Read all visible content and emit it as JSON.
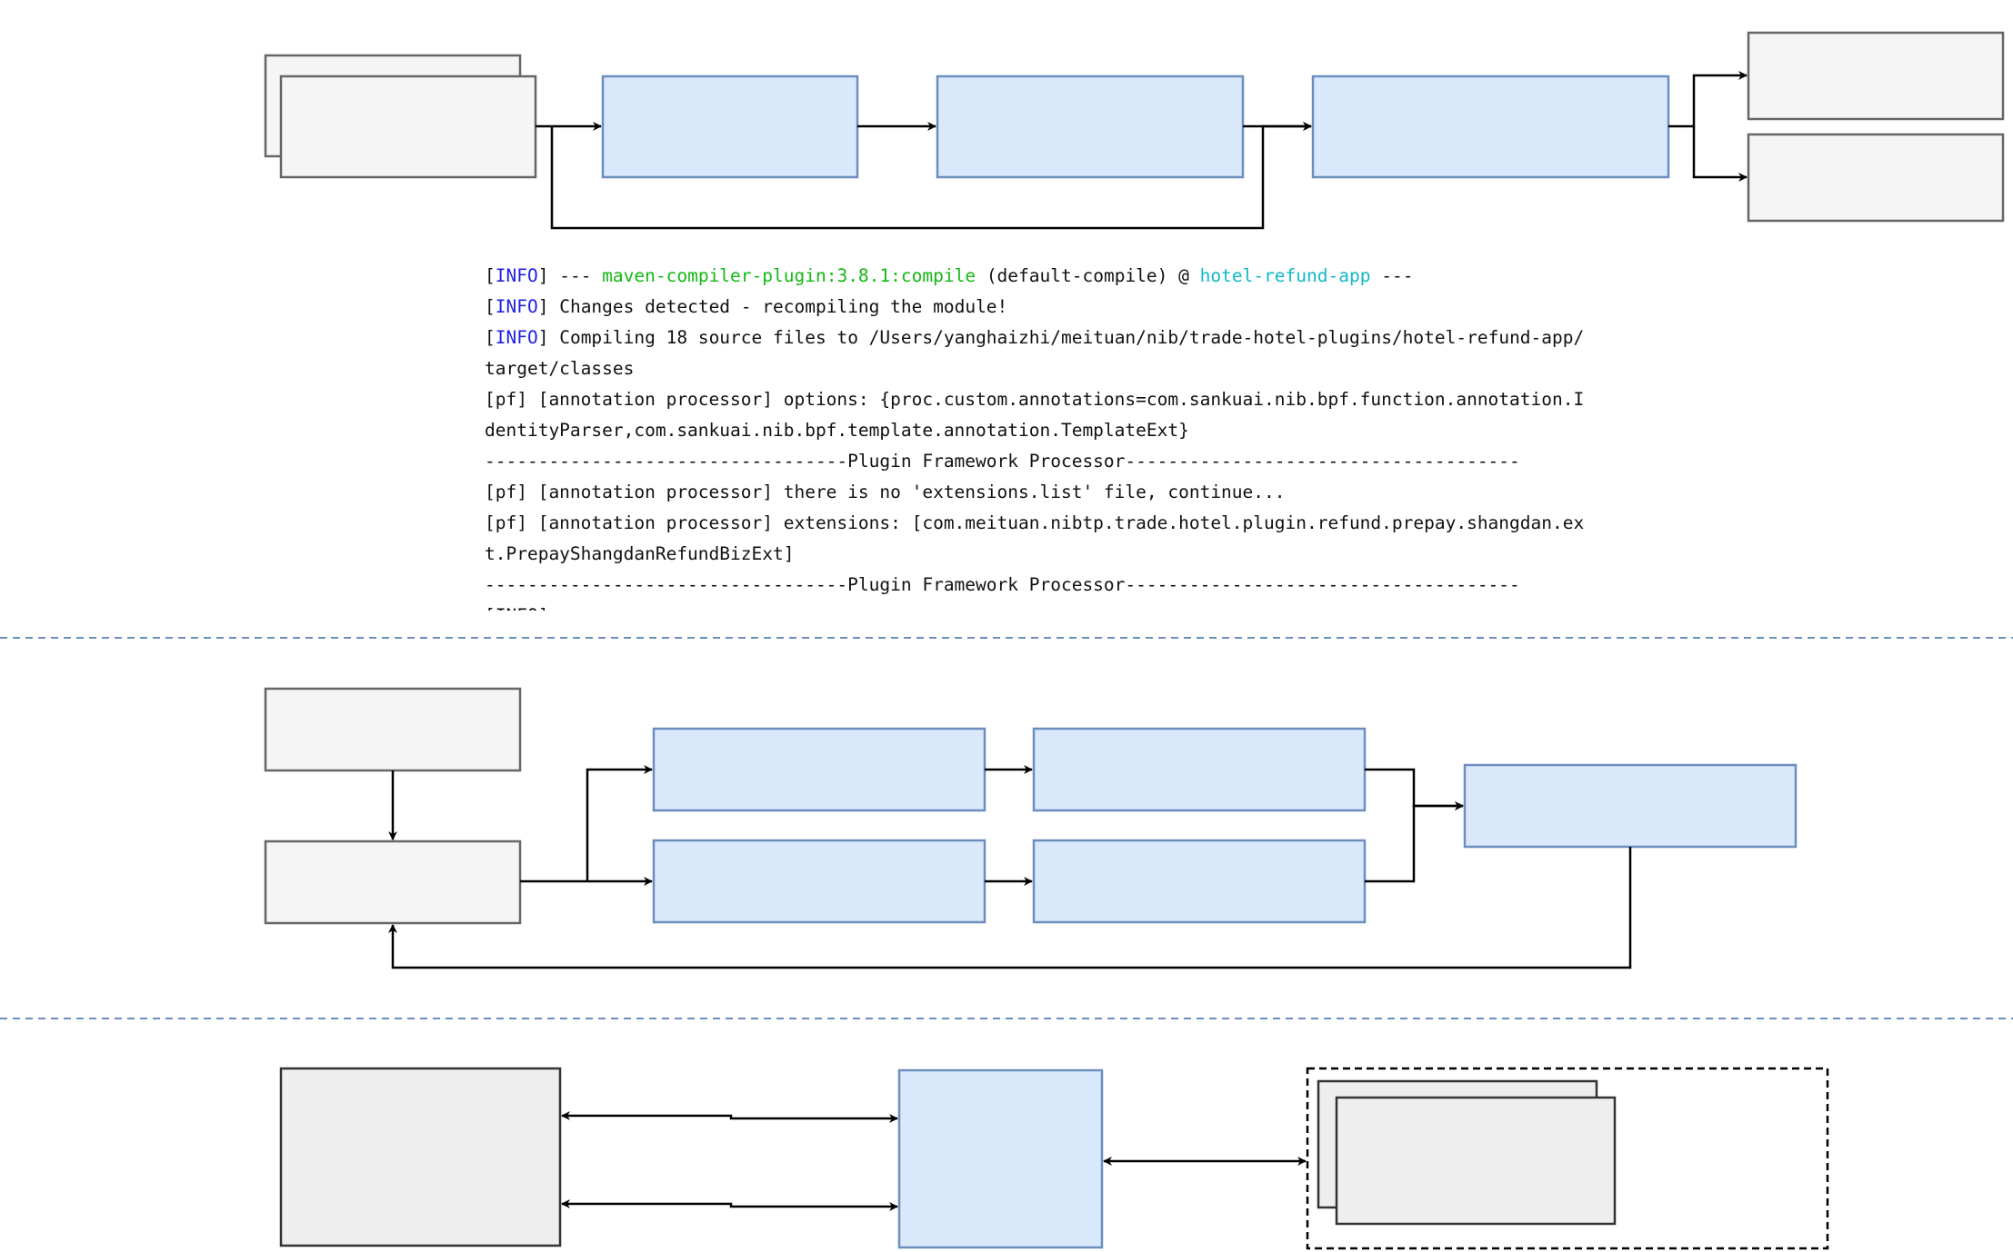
{
  "colors": {
    "grey_fill": "#f5f5f5",
    "grey_stroke": "#666666",
    "blue_fill": "#dae8fc",
    "blue_stroke": "#6c8ebf",
    "dark_grey_fill": "#eeeeee",
    "divider": "#6c8ebf",
    "line": "#000000"
  },
  "console": {
    "line1": {
      "b1": "[",
      "info": "INFO",
      "b2": "]",
      "t1": " --- ",
      "plugin": "maven-compiler-plugin:3.8.1:compile",
      "t2": " (default-compile) @ ",
      "app": "hotel-refund-app",
      "t3": " ---"
    },
    "line2": {
      "b1": "[",
      "info": "INFO",
      "b2": "]",
      "text": " Changes detected - recompiling the module!"
    },
    "line3": {
      "b1": "[",
      "info": "INFO",
      "b2": "]",
      "text": " Compiling 18 source files to /Users/yanghaizhi/meituan/nib/trade-hotel-plugins/hotel-refund-app/"
    },
    "line4": "target/classes",
    "line5": "[pf] [annotation processor] options: {proc.custom.annotations=com.sankuai.nib.bpf.function.annotation.I",
    "line6": "dentityParser,com.sankuai.nib.bpf.template.annotation.TemplateExt}",
    "line7": "----------------------------------Plugin Framework Processor-------------------------------------",
    "line8": "[pf] [annotation processor] there is no 'extensions.list' file, continue...",
    "line9": "[pf] [annotation processor] extensions: [com.meituan.nibtp.trade.hotel.plugin.refund.prepay.shangdan.ex",
    "line10": "t.PrepayShangdanRefundBizExt]",
    "line11": "----------------------------------Plugin Framework Processor-------------------------------------",
    "line12": "[INFO]"
  }
}
